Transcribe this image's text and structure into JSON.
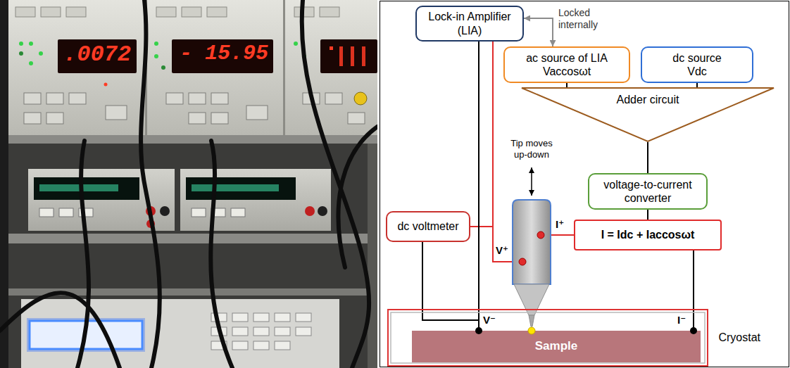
{
  "diagram": {
    "nodes": [
      {
        "text": [
          "Lock-in Amplifier (LIA)"
        ]
      },
      {
        "text": [
          "ac source of LIA Vaccosωt"
        ]
      },
      {
        "text": [
          "dc source Vdc"
        ]
      },
      {
        "text": [
          "Adder circuit"
        ]
      },
      {
        "text": [
          "voltage-to-current converter"
        ]
      },
      {
        "text": [
          "I = Idc + Iaccosωt"
        ]
      },
      {
        "text": [
          "dc voltmeter"
        ]
      },
      {
        "text": [
          "Tip moves up-down"
        ]
      },
      {
        "text": [
          "Cryostat"
        ]
      },
      {
        "text": [
          "Sample"
        ],
        "in": 8
      }
    ],
    "edges": [
      {
        "from": 0,
        "to": 1,
        "arrow": "both",
        "label": "Locked internally"
      },
      {
        "from": 1,
        "to": 3,
        "arrow": "none"
      },
      {
        "from": 2,
        "to": 3,
        "arrow": "none"
      },
      {
        "from": 3,
        "to": 4,
        "arrow": "none"
      },
      {
        "from": 4,
        "to": 5,
        "arrow": "none"
      },
      {
        "from": 5,
        "to": 7,
        "arrow": "none"
      },
      {
        "from": 6,
        "to": 7,
        "arrow": "none"
      },
      {
        "from": 0,
        "to": 7,
        "arrow": "none"
      },
      {
        "from": 0,
        "to": 9,
        "arrow": "none"
      },
      {
        "from": 6,
        "to": 9,
        "arrow": "none"
      },
      {
        "from": 5,
        "to": 9,
        "arrow": "none"
      }
    ],
    "labels": [
      ".0072",
      "- 15.95",
      "V⁺",
      "I⁺",
      "V⁻",
      "I⁻"
    ]
  }
}
